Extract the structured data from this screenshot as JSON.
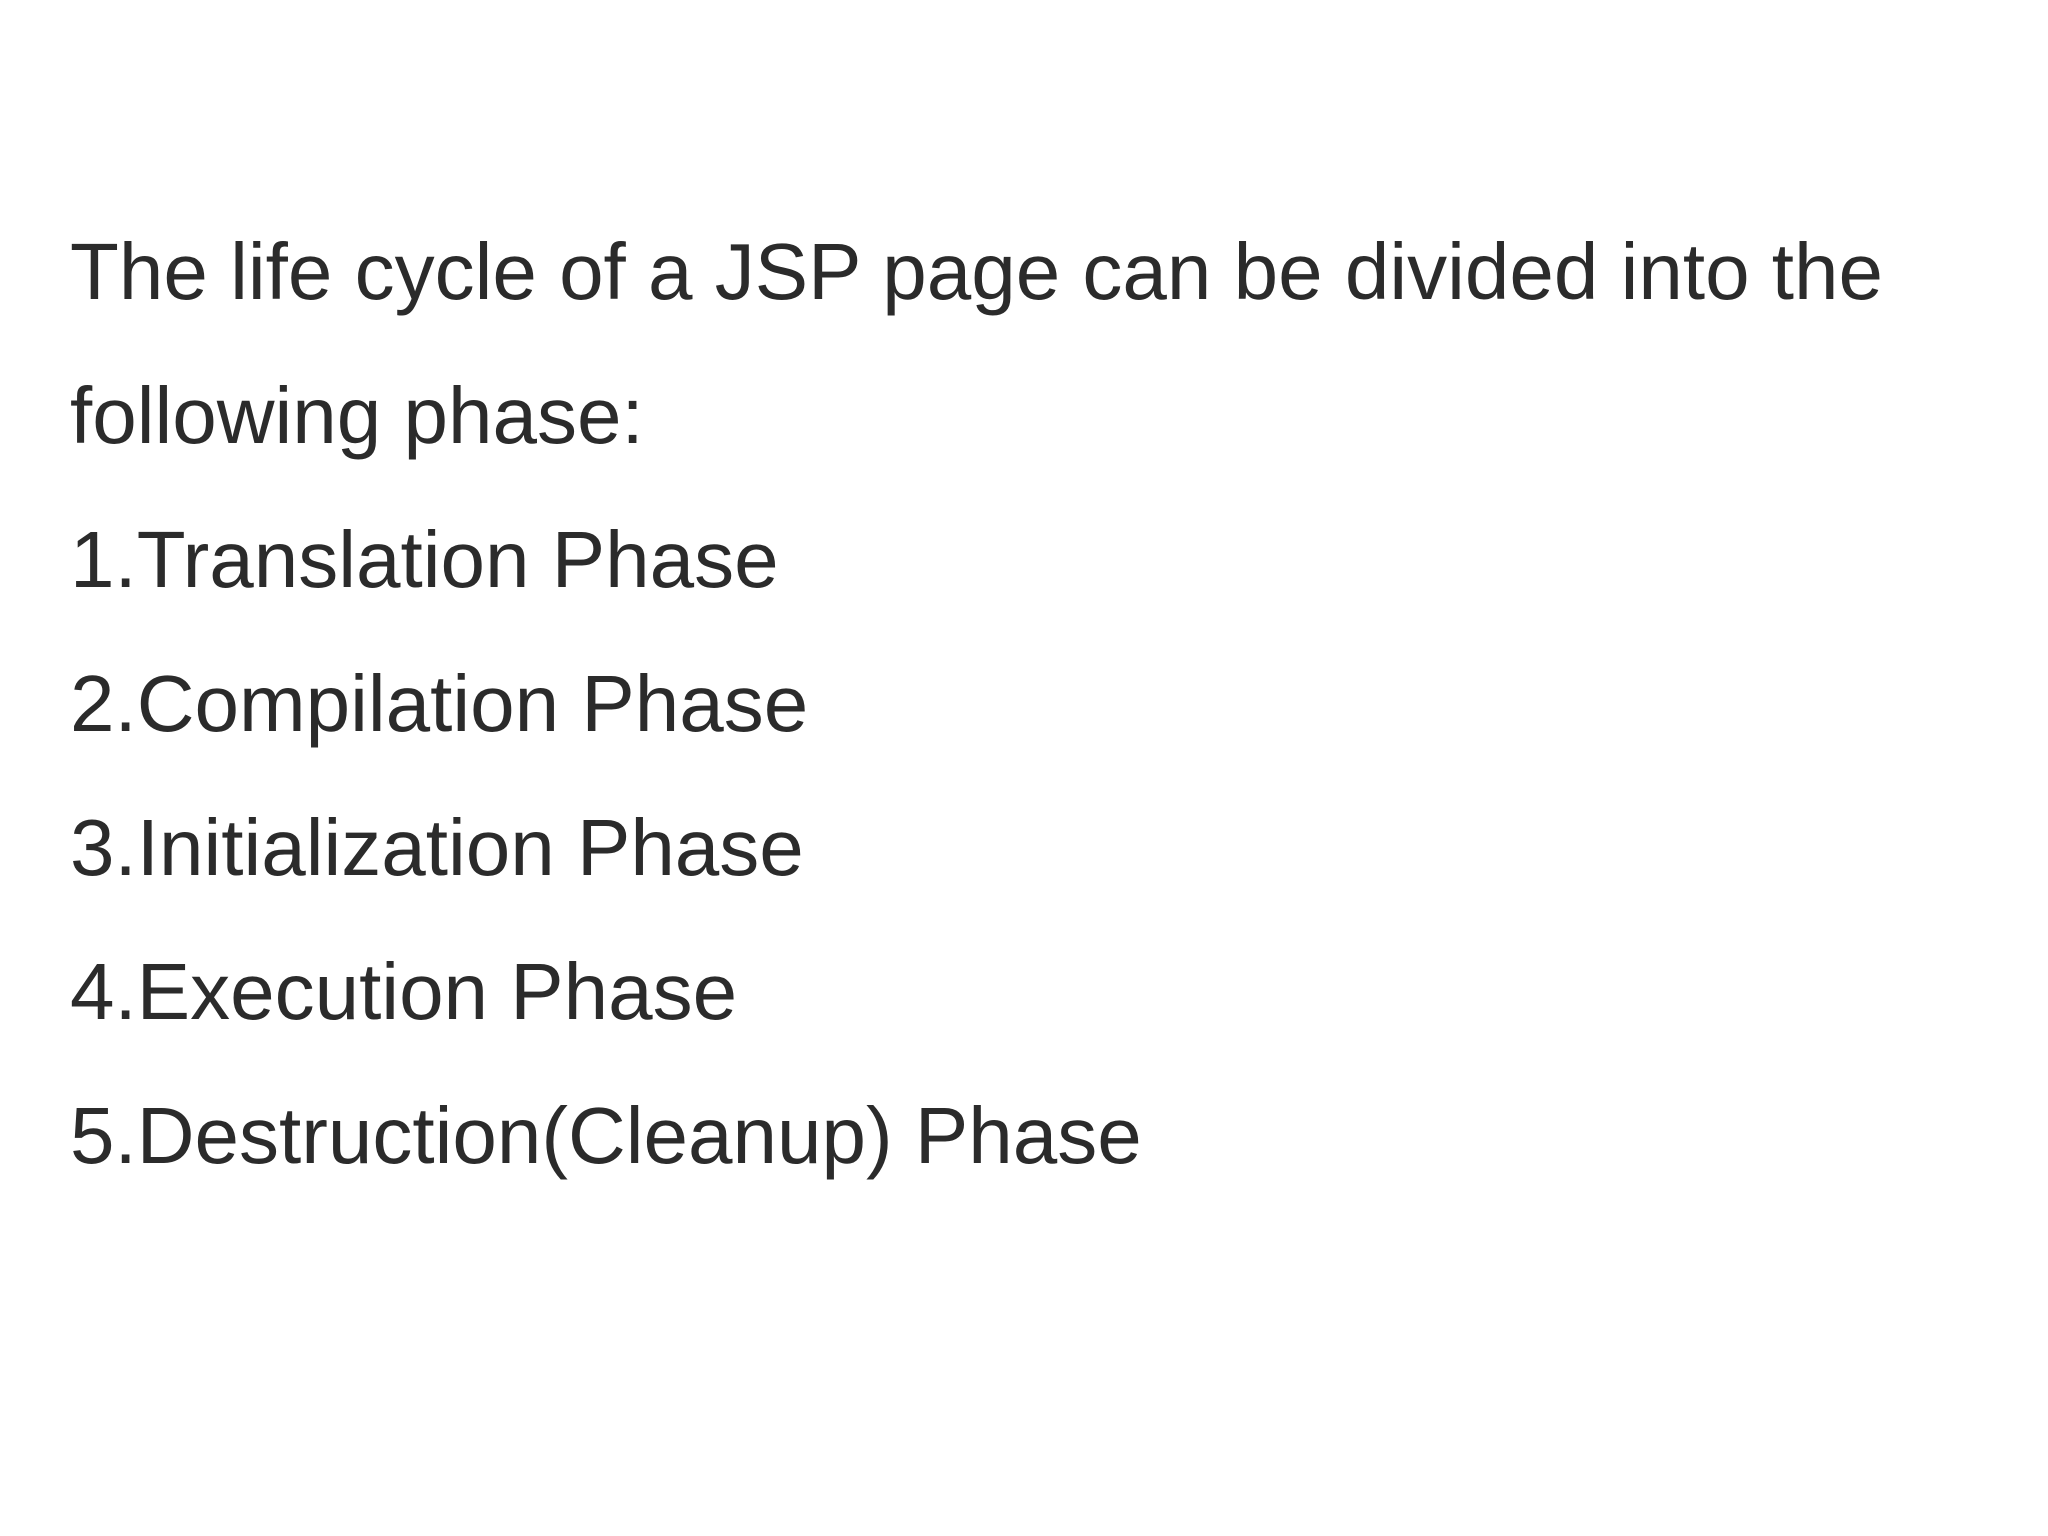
{
  "page": {
    "background_color": "#ffffff",
    "text_color": "#2b2b2b"
  },
  "content": {
    "intro": {
      "line1": "The life cycle of a JSP page can be divided into the",
      "line2": "following phase:"
    },
    "phases": [
      "1.Translation Phase",
      "2.Compilation Phase",
      "3.Initialization Phase",
      "4.Execution Phase",
      "5.Destruction(Cleanup) Phase"
    ]
  }
}
